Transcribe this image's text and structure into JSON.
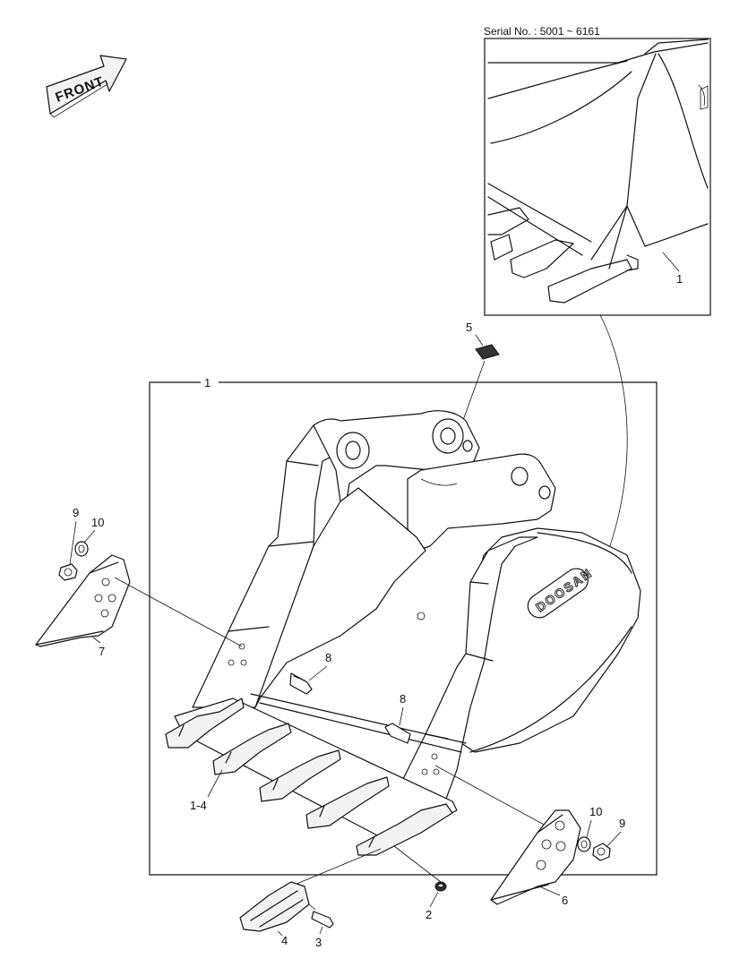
{
  "diagram": {
    "serial_label": "Serial No. : 5001 ~ 6161",
    "front_label": "FRONT",
    "logo_text": "DOOSAN",
    "callouts": {
      "inset_bucket": "1",
      "decal": "5",
      "bucket_assembly": "1",
      "nut_left": "9",
      "washer_left": "10",
      "side_cutter_left": "7",
      "bolt_left": "8",
      "bolt_right": "8",
      "tooth_adapter": "1-4",
      "washer_right": "10",
      "nut_right": "9",
      "side_cutter_right": "6",
      "lock": "2",
      "tooth_point": "4",
      "pin": "3"
    }
  }
}
